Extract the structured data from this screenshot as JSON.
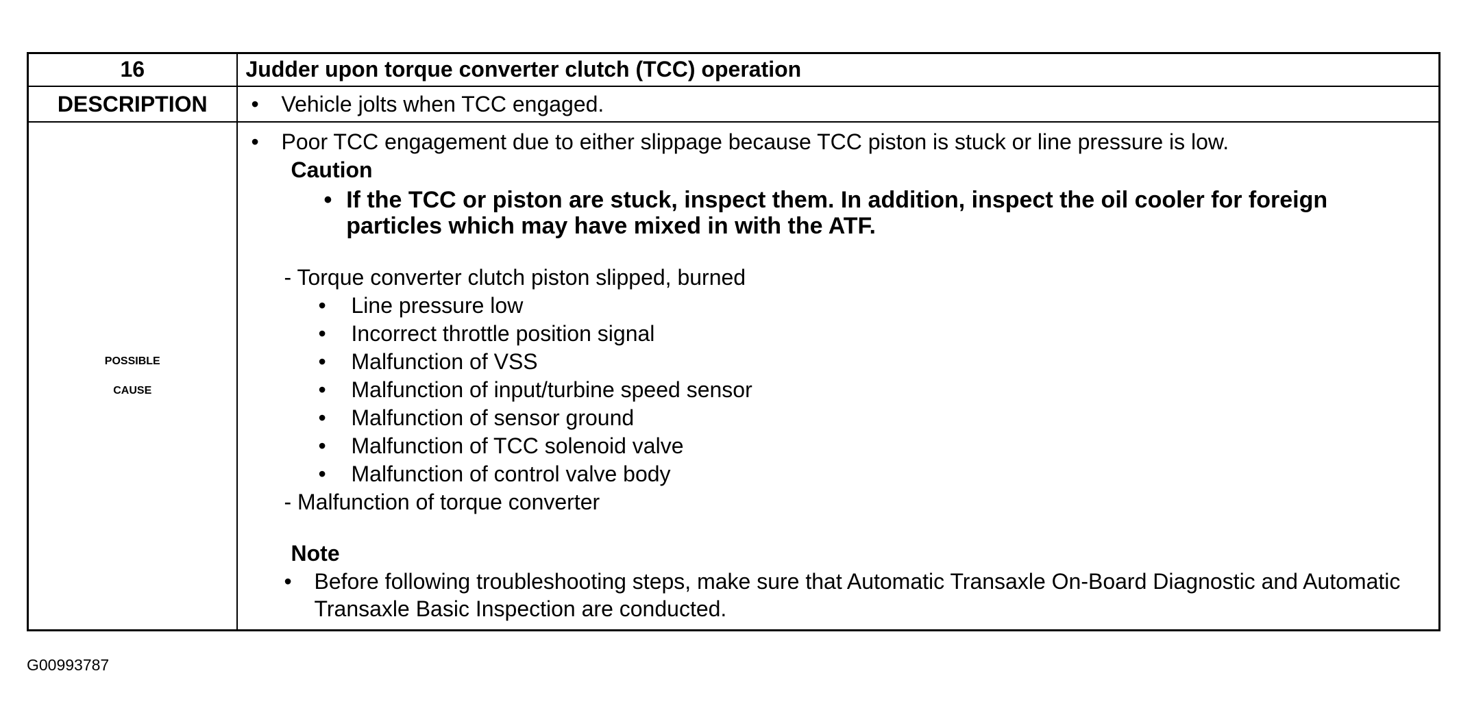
{
  "table": {
    "number": "16",
    "title": "Judder upon torque converter clutch (TCC) operation",
    "description_label": "DESCRIPTION",
    "description_bullet": "•",
    "description_text": "Vehicle jolts when TCC engaged.",
    "cause_label_line1": "POSSIBLE",
    "cause_label_line2": "CAUSE",
    "cause": {
      "main_bullet": "•",
      "main_text": "Poor TCC engagement due to either slippage because TCC piston is stuck or line pressure is low.",
      "caution_heading": "Caution",
      "caution_bullet": "•",
      "caution_text": "If the TCC or piston are stuck, inspect them. In addition, inspect the oil cooler for foreign particles which may have mixed in with the ATF.",
      "dash1": "- Torque converter clutch piston slipped, burned",
      "sub_items": [
        "Line pressure low",
        "Incorrect throttle position signal",
        "Malfunction of VSS",
        "Malfunction of input/turbine speed sensor",
        "Malfunction of sensor ground",
        "Malfunction of TCC solenoid valve",
        "Malfunction of control valve body"
      ],
      "dash2": "- Malfunction of torque converter",
      "note_heading": "Note",
      "note_bullet": "•",
      "note_text": "Before following troubleshooting steps, make sure that Automatic Transaxle On-Board Diagnostic and Automatic Transaxle Basic Inspection are conducted."
    }
  },
  "figure_code": "G00993787"
}
